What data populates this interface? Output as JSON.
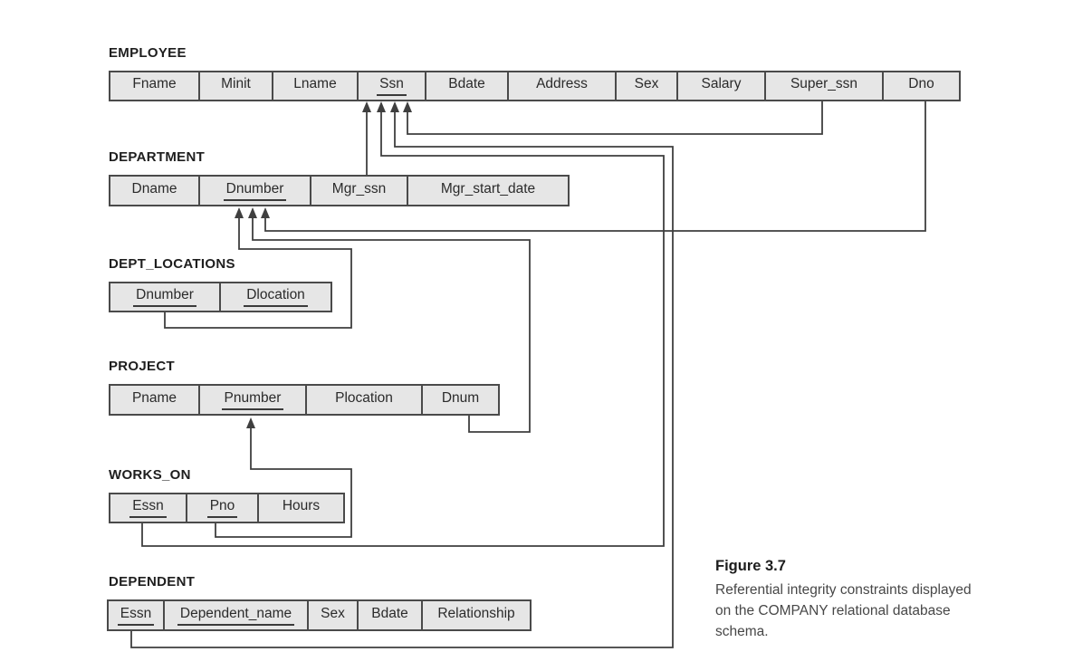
{
  "figure": {
    "tables": [
      {
        "name": "EMPLOYEE",
        "columns": [
          {
            "label": "Fname",
            "key": false
          },
          {
            "label": "Minit",
            "key": false
          },
          {
            "label": "Lname",
            "key": false
          },
          {
            "label": "Ssn",
            "key": true
          },
          {
            "label": "Bdate",
            "key": false
          },
          {
            "label": "Address",
            "key": false
          },
          {
            "label": "Sex",
            "key": false
          },
          {
            "label": "Salary",
            "key": false
          },
          {
            "label": "Super_ssn",
            "key": false
          },
          {
            "label": "Dno",
            "key": false
          }
        ]
      },
      {
        "name": "DEPARTMENT",
        "columns": [
          {
            "label": "Dname",
            "key": false
          },
          {
            "label": "Dnumber",
            "key": true
          },
          {
            "label": "Mgr_ssn",
            "key": false
          },
          {
            "label": "Mgr_start_date",
            "key": false
          }
        ]
      },
      {
        "name": "DEPT_LOCATIONS",
        "columns": [
          {
            "label": "Dnumber",
            "key": true
          },
          {
            "label": "Dlocation",
            "key": true
          }
        ]
      },
      {
        "name": "PROJECT",
        "columns": [
          {
            "label": "Pname",
            "key": false
          },
          {
            "label": "Pnumber",
            "key": true
          },
          {
            "label": "Plocation",
            "key": false
          },
          {
            "label": "Dnum",
            "key": false
          }
        ]
      },
      {
        "name": "WORKS_ON",
        "columns": [
          {
            "label": "Essn",
            "key": true
          },
          {
            "label": "Pno",
            "key": true
          },
          {
            "label": "Hours",
            "key": false
          }
        ]
      },
      {
        "name": "DEPENDENT",
        "columns": [
          {
            "label": "Essn",
            "key": true
          },
          {
            "label": "Dependent_name",
            "key": true
          },
          {
            "label": "Sex",
            "key": false
          },
          {
            "label": "Bdate",
            "key": false
          },
          {
            "label": "Relationship",
            "key": false
          }
        ]
      }
    ],
    "foreign_keys": [
      {
        "from": "DEPARTMENT.Mgr_ssn",
        "to": "EMPLOYEE.Ssn"
      },
      {
        "from": "EMPLOYEE.Super_ssn",
        "to": "EMPLOYEE.Ssn"
      },
      {
        "from": "WORKS_ON.Essn",
        "to": "EMPLOYEE.Ssn"
      },
      {
        "from": "DEPENDENT.Essn",
        "to": "EMPLOYEE.Ssn"
      },
      {
        "from": "EMPLOYEE.Dno",
        "to": "DEPARTMENT.Dnumber"
      },
      {
        "from": "PROJECT.Dnum",
        "to": "DEPARTMENT.Dnumber"
      },
      {
        "from": "DEPT_LOCATIONS.Dnumber",
        "to": "DEPARTMENT.Dnumber"
      },
      {
        "from": "WORKS_ON.Pno",
        "to": "PROJECT.Pnumber"
      }
    ],
    "caption": {
      "title": "Figure 3.7",
      "lines": [
        "Referential integrity constraints displayed",
        "on the COMPANY relational database",
        "schema."
      ]
    },
    "colors": {
      "cell_fill": "#e6e6e6",
      "cell_border": "#4a4a4a",
      "connector": "#3f3f3f",
      "text": "#2b2b2b"
    }
  }
}
